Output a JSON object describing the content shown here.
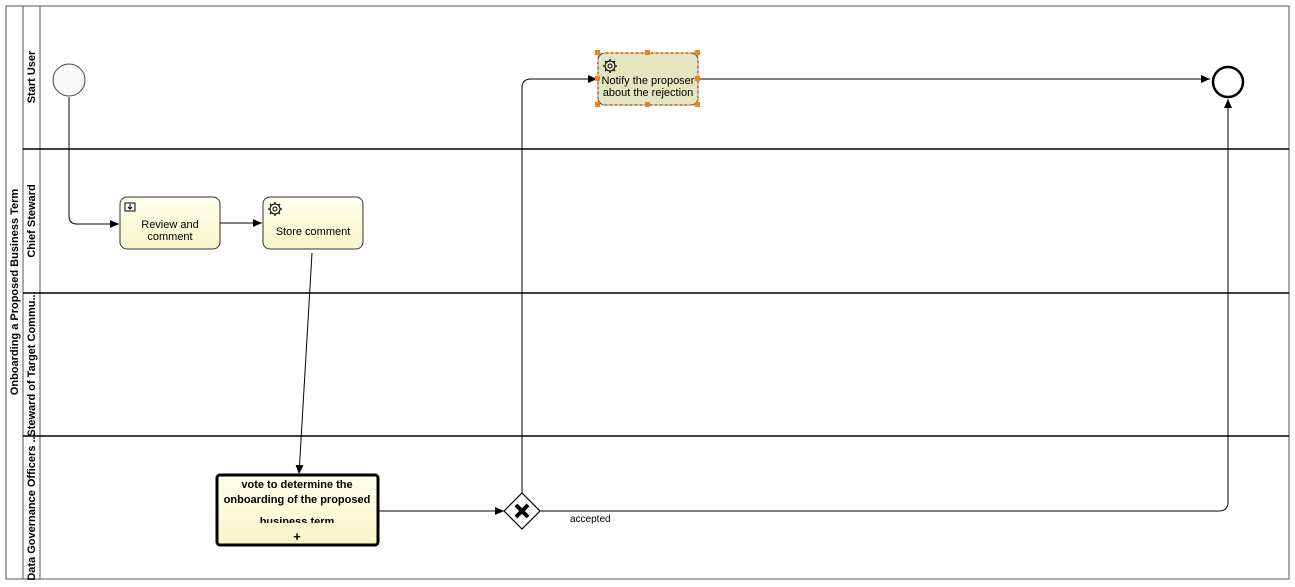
{
  "pool": {
    "label": "Onboarding a Proposed Business Term"
  },
  "lanes": [
    {
      "label": "Start User"
    },
    {
      "label": "Chief Steward"
    },
    {
      "label": "Steward of Target Commu..."
    },
    {
      "label": "Data Governance Officers ..."
    }
  ],
  "tasks": {
    "review": {
      "line1": "Review and",
      "line2": "comment",
      "icon": "user-task-icon"
    },
    "store": {
      "line1": "Store comment",
      "icon": "gear-icon"
    },
    "notify": {
      "line1": "Notify the proposer",
      "line2": "about the rejection",
      "icon": "gear-icon"
    },
    "vote": {
      "line1": "vote to determine the",
      "line2": "onboarding of the proposed",
      "line3": "business term",
      "marker": "+"
    }
  },
  "gateway": {
    "type": "exclusive",
    "icon": "x-icon"
  },
  "flows": {
    "accepted_label": "accepted"
  },
  "colors": {
    "task_fill": "#fcfcd8",
    "selected_fill": "#e4e6c2",
    "selection_handle": "#f08020",
    "lane_border": "#000000"
  }
}
